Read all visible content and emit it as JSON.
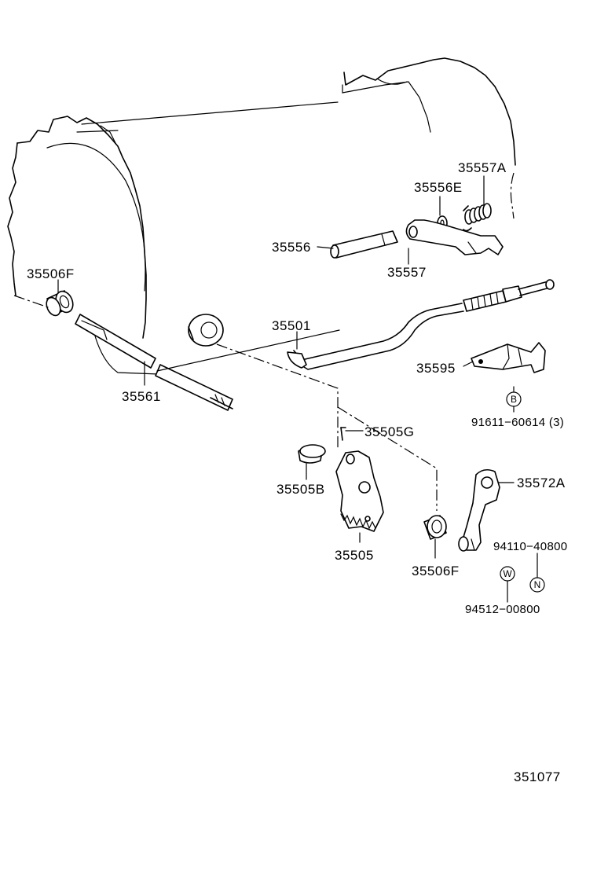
{
  "diagram": {
    "part_labels": {
      "p35557A": "35557A",
      "p35556E": "35556E",
      "p35556": "35556",
      "p35557": "35557",
      "p35506F_top": "35506F",
      "p35501": "35501",
      "p35561": "35561",
      "p35595": "35595",
      "p91611": "91611−60614 (3)",
      "p35505G": "35505G",
      "p35505B": "35505B",
      "p35505": "35505",
      "p35572A": "35572A",
      "p35506F_bottom": "35506F",
      "p94110": "94110−40800",
      "p94512": "94512−00800"
    },
    "badges": {
      "b": "B",
      "w": "W",
      "n": "N"
    },
    "figure_number": "351077"
  }
}
